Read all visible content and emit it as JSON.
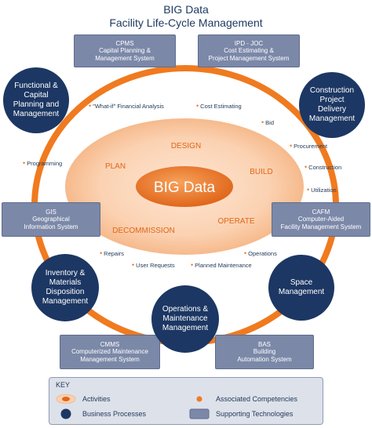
{
  "title_line1": "BIG Data",
  "title_line2": "Facility Life-Cycle Management",
  "center_label": "BIG Data",
  "activities": [
    "DESIGN",
    "PLAN",
    "BUILD",
    "OPERATE",
    "DECOMMISSION"
  ],
  "business_processes": [
    "Functional &\nCapital\nPlanning and\nManagement",
    "Construction\nProject\nDelivery\nManagement",
    "Space\nManagement",
    "Operations &\nMaintenance\nManagement",
    "Inventory &\nMaterials\nDisposition\nManagement"
  ],
  "supporting_technologies": [
    "CPMS\nCapital Planning &\nManagement System",
    "IPD - JOC\nCost Estimating &\nProject Management System",
    "GIS\nGeographical\nInformation System",
    "CAFM\nComputer-Aided\nFacility Management System",
    "CMMS\nComputerized Maintenance\nManagement System",
    "BAS\nBuilding\nAutomation System"
  ],
  "competencies": [
    "\"What-if\" Financial Analysis",
    "Cost Estimating",
    "Bid",
    "Procurement",
    "Construction",
    "Utilization",
    "Programming",
    "Repairs",
    "User Requests",
    "Planned Maintenance",
    "Operations"
  ],
  "key": {
    "title": "KEY",
    "activities": "Activities",
    "business_processes": "Business Processes",
    "associated_competencies": "Associated Competencies",
    "supporting_technologies": "Supporting Technologies"
  },
  "colors": {
    "navy": "#1c3763",
    "orange": "#f07a1f",
    "slate": "#7b88a8",
    "peach": "#fbd9bf"
  }
}
